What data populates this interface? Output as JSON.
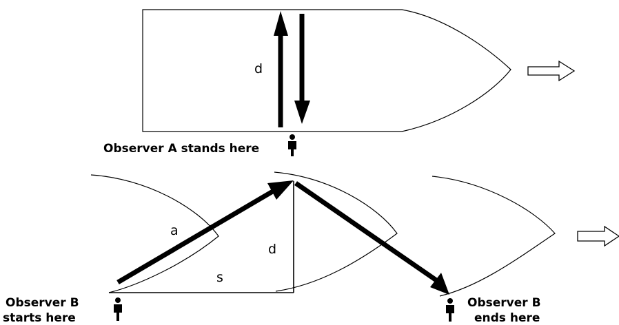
{
  "labels": {
    "top_d": "d",
    "observer_a": "Observer A stands here",
    "a": "a",
    "bottom_d": "d",
    "s": "s",
    "observer_b_start_line1": "Observer B",
    "observer_b_start_line2": "starts here",
    "observer_b_end_line1": "Observer B",
    "observer_b_end_line2": "ends here"
  },
  "icons": {
    "person": "person-icon",
    "direction": "hollow-arrow-right-icon"
  }
}
